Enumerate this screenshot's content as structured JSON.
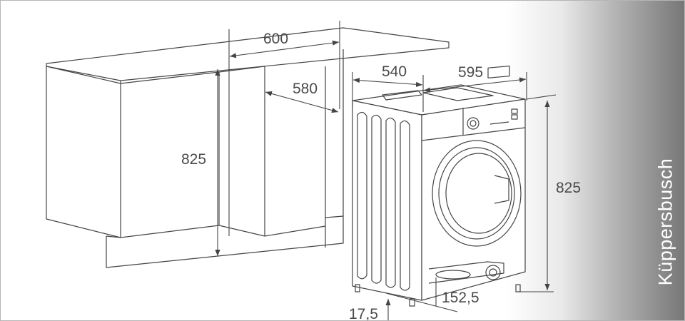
{
  "dimensions": {
    "niche_width": "600",
    "niche_depth": "580",
    "niche_height": "825",
    "machine_depth": "540",
    "machine_width": "595",
    "machine_height": "825",
    "plinth_height": "17,5",
    "plinth_offset": "152,5"
  },
  "brand": "Küppersbusch"
}
